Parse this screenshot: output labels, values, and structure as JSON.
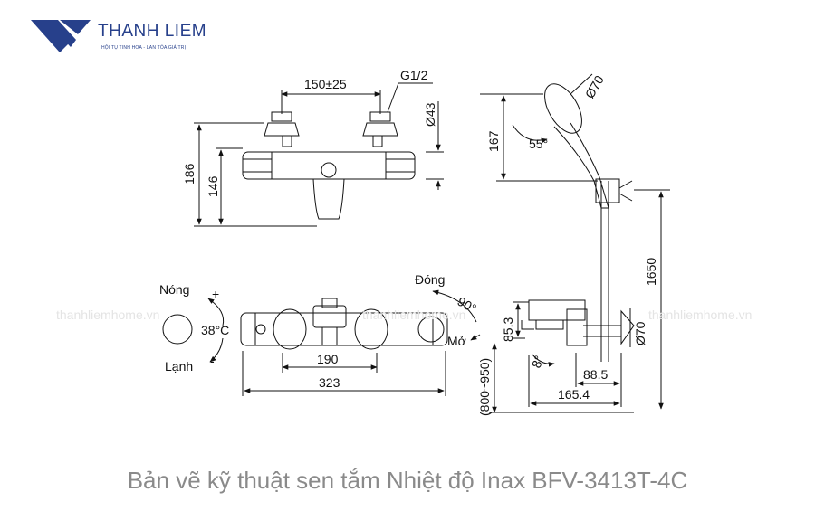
{
  "brand": {
    "name": "THANH LIEM",
    "tagline": "HỘI TỤ TINH HOA - LAN TỎA GIÁ TRỊ",
    "color": "#27408b",
    "icon": "thanh-liem-logo-icon"
  },
  "watermark": {
    "left": "thanhliemhome.vn",
    "center": "thanhliemhome.vn",
    "right": "thanhliemhome.vn"
  },
  "caption": "Bản vẽ kỹ thuật sen tắm Nhiệt độ Inax BFV-3413T-4C",
  "front_view": {
    "dim_width": "150±25",
    "dim_thread": "G1/2",
    "dim_diameter": "Ø43",
    "dim_height_total": "186",
    "dim_height_body": "146"
  },
  "shower_view": {
    "dim_head_dia": "Ø70",
    "dim_head_height": "167",
    "dim_angle": "55°",
    "dim_rail": "1650"
  },
  "top_view": {
    "label_hot": "Nóng",
    "label_cold": "Lạnh",
    "temp": "38°C",
    "sign_plus": "+",
    "sign_minus": "-",
    "dim_inner": "190",
    "dim_outer": "323",
    "label_close": "Đóng",
    "label_open": "Mở",
    "angle_valve": "90°"
  },
  "side_view": {
    "dim_spout_height": "85.3",
    "dim_spout_angle": "8°",
    "dim_mount": "(800~950)",
    "dim_depth_a": "88.5",
    "dim_depth_b": "165.4",
    "dim_flange": "Ø70"
  }
}
